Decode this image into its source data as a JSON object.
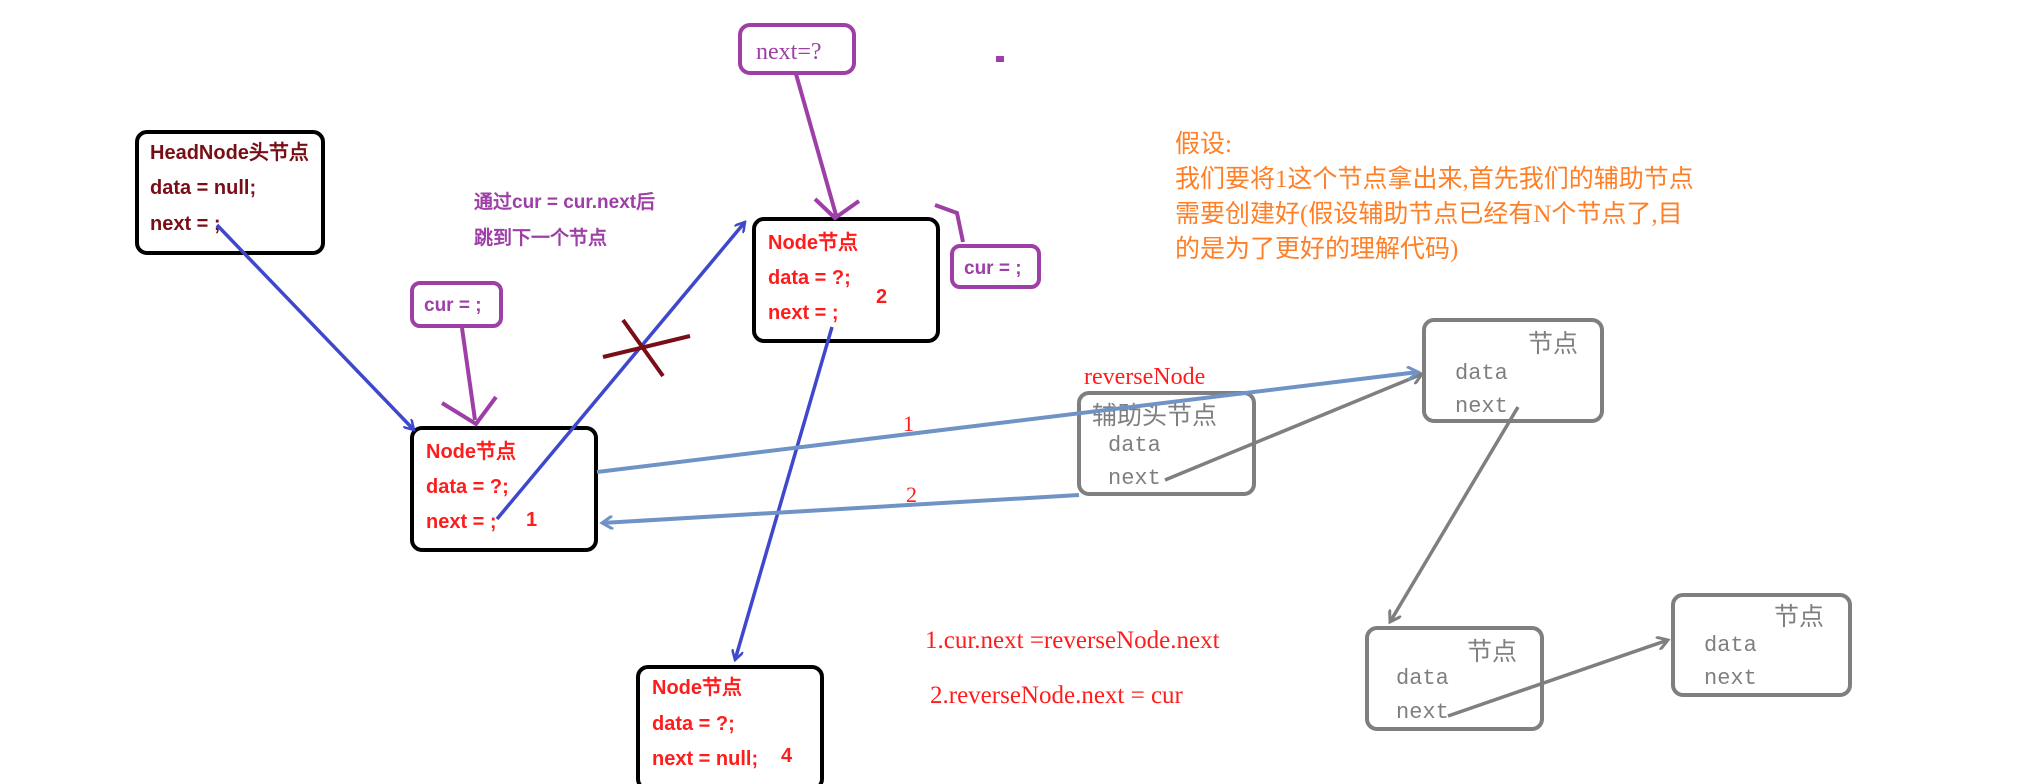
{
  "colors": {
    "black": "#000000",
    "red": "#ff1c1c",
    "darkred": "#7a0e16",
    "purple": "#9d3fa6",
    "blue": "#3f48cc",
    "steel": "#6f93c4",
    "gray": "#7f7f7f",
    "orange": "#ff7f27"
  },
  "head_node": {
    "title": "HeadNode头节点",
    "data": "data = null;",
    "next": "next = ;"
  },
  "node1": {
    "title": "Node节点",
    "data": "data = ?;",
    "next": "next = ;",
    "num": "1"
  },
  "node2": {
    "title": "Node节点",
    "data": "data = ?;",
    "next": "next = ;",
    "num": "2"
  },
  "node4": {
    "title": "Node节点",
    "data": "data = ?;",
    "next": "next = null;",
    "num": "4"
  },
  "cur1": "cur = ;",
  "cur2": "cur = ;",
  "next_q": "next=?",
  "jump_note": {
    "line1": "通过cur = cur.next后",
    "line2": "跳到下一个节点"
  },
  "assume": {
    "title": "假设:",
    "line1": "我们要将1这个节点拿出来,首先我们的辅助节点",
    "line2": "需要创建好(假设辅助节点已经有N个节点了,目",
    "line3": "的是为了更好的理解代码)"
  },
  "reverse_label": "reverseNode",
  "helper": {
    "title": "辅助头节点",
    "data": "data",
    "next": "next"
  },
  "gnode1": {
    "title": "节点",
    "data": "data",
    "next": "next"
  },
  "gnode2": {
    "title": "节点",
    "data": "data",
    "next": "next"
  },
  "gnode3": {
    "title": "节点",
    "data": "data",
    "next": "next"
  },
  "arrow_labels": {
    "a1": "1",
    "a2": "2"
  },
  "code": {
    "line1": "1.cur.next =reverseNode.next",
    "line2": "2.reverseNode.next = cur"
  }
}
